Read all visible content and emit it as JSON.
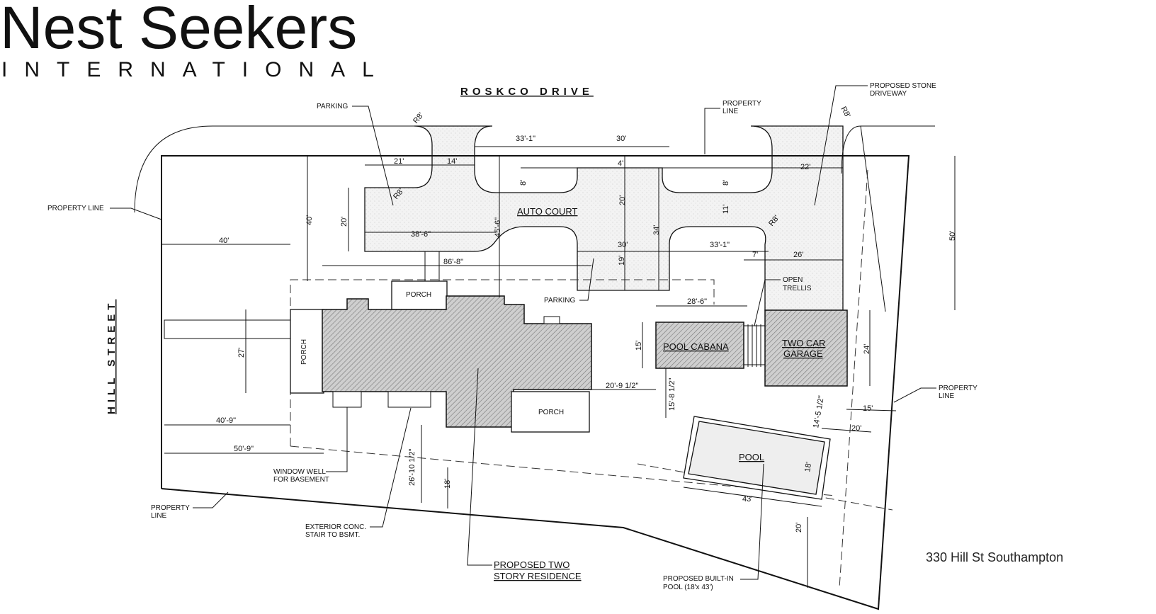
{
  "logo": {
    "name": "Nest Seekers",
    "sub": "INTERNATIONAL"
  },
  "roads": {
    "top": "ROSKCO DRIVE",
    "left": "HILL STREET"
  },
  "address": "330 Hill St Southampton",
  "rooms": {
    "auto_court": "AUTO COURT",
    "porch_top": "PORCH",
    "porch_left": "PORCH",
    "porch_right": "PORCH",
    "pool_cabana": "POOL CABANA",
    "garage_1": "TWO CAR",
    "garage_2": "GARAGE",
    "pool": "POOL"
  },
  "callouts": {
    "parking_top": "PARKING",
    "property_line_top_1": "PROPERTY",
    "property_line_top_2": "LINE",
    "stone_driveway_1": "PROPOSED STONE",
    "stone_driveway_2": "DRIVEWAY",
    "property_line_left": "PROPERTY LINE",
    "parking_mid": "PARKING",
    "trellis_1": "OPEN",
    "trellis_2": "TRELLIS",
    "property_line_right_1": "PROPERTY",
    "property_line_right_2": "LINE",
    "window_well_1": "WINDOW WELL",
    "window_well_2": "FOR BASEMENT",
    "property_line_bottom_1": "PROPERTY",
    "property_line_bottom_2": "LINE",
    "stair_1": "EXTERIOR CONC.",
    "stair_2": "STAIR TO BSMT.",
    "residence_1": "PROPOSED TWO",
    "residence_2": "STORY RESIDENCE",
    "pool_1": "PROPOSED BUILT-IN",
    "pool_2": "POOL (18'x 43')"
  },
  "dimensions": [
    "21'",
    "14'",
    "33'-1\"",
    "30'",
    "4'",
    "8'",
    "8'",
    "22'",
    "20'",
    "20'",
    "11'",
    "38'-6\"",
    "45'-6\"",
    "40'",
    "34'",
    "30'",
    "19'",
    "33'-1\"",
    "7'",
    "26'",
    "86'-8\"",
    "40'",
    "27'",
    "28'-6\"",
    "15'",
    "24'",
    "50'",
    "20'-9 1/2\"",
    "15'-8 1/2\"",
    "14'-5 1/2\"",
    "15'",
    "20'",
    "18'",
    "43'",
    "20'",
    "40'-9\"",
    "50'-9\"",
    "26'-10 1/2\"",
    "18'",
    "R8'",
    "R8'",
    "R8'",
    "R8'"
  ]
}
